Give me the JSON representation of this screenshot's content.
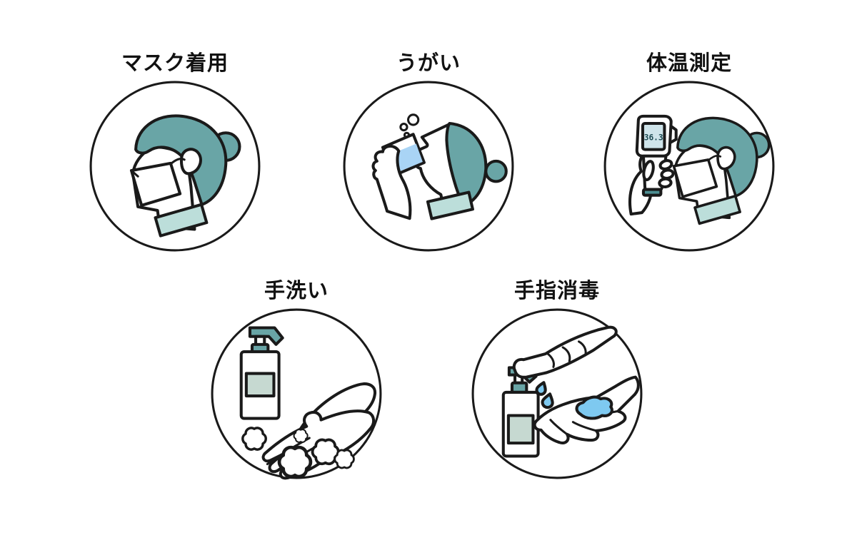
{
  "colors": {
    "background": "#ffffff",
    "outline": "#1a1a1a",
    "hair_teal": "#69a5a6",
    "collar_mint": "#bcdeda",
    "bottle_label_mint": "#c6d9d1",
    "pump_teal": "#69a5a6",
    "water_blue": "#a9d4f5",
    "gel_blue": "#7ec9f0",
    "thermometer_display_blue": "#cfe4ea",
    "thermometer_base_teal": "#4d8f93"
  },
  "panels": [
    {
      "id": "mask-wearing",
      "label": "マスク着用",
      "icon": "person-wearing-mask-icon"
    },
    {
      "id": "gargling",
      "label": "うがい",
      "icon": "person-gargling-with-cup-icon"
    },
    {
      "id": "temperature-check",
      "label": "体温測定",
      "icon": "forehead-thermometer-icon",
      "thermometer_reading": "36.3"
    },
    {
      "id": "hand-washing",
      "label": "手洗い",
      "icon": "washing-hands-with-soap-icon"
    },
    {
      "id": "hand-sanitizing",
      "label": "手指消毒",
      "icon": "hand-sanitizer-pump-icon"
    }
  ]
}
